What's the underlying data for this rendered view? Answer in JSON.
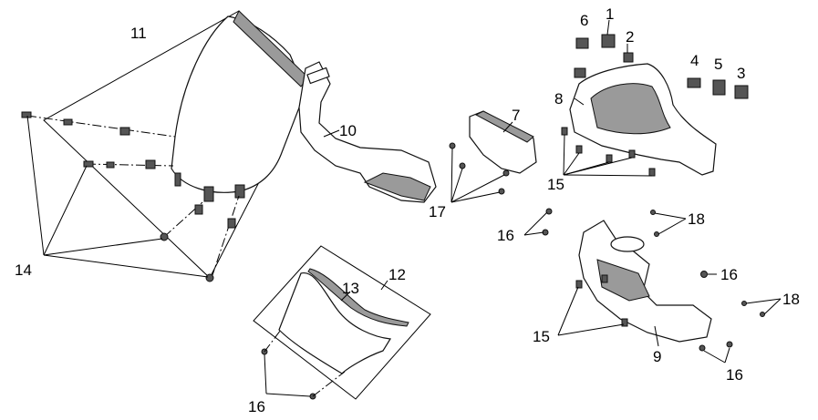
{
  "callouts": {
    "c1": "1",
    "c2": "2",
    "c3": "3",
    "c4": "4",
    "c5": "5",
    "c6": "6",
    "c7": "7",
    "c8": "8",
    "c9": "9",
    "c10": "10",
    "c11": "11",
    "c12": "12",
    "c13": "13",
    "c14": "14",
    "c15a": "15",
    "c15b": "15",
    "c16a": "16",
    "c16b": "16",
    "c16c": "16",
    "c16d": "16",
    "c17": "17",
    "c18a": "18",
    "c18b": "18"
  }
}
